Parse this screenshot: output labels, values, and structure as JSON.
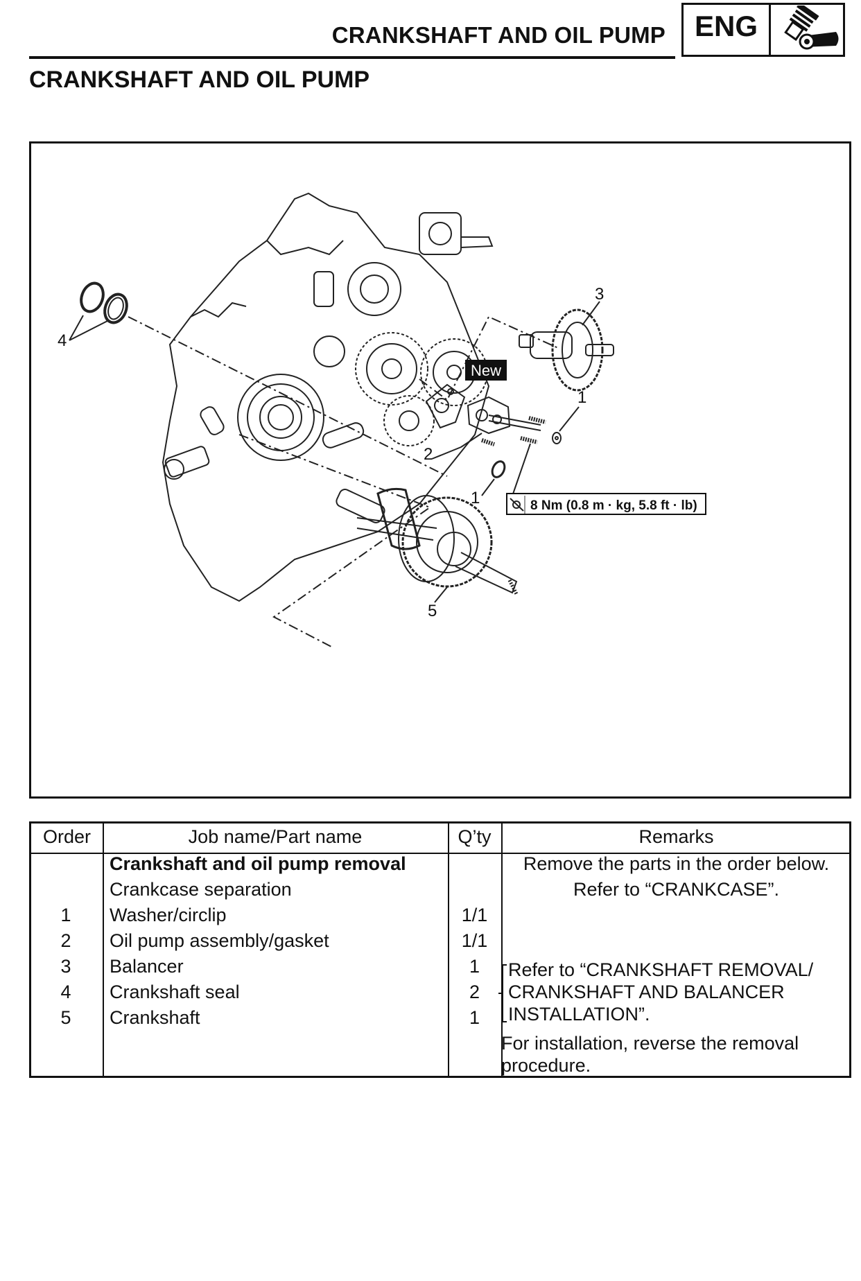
{
  "header": {
    "running_title": "CRANKSHAFT AND OIL PUMP",
    "section_tag": "ENG",
    "section_icon": "engine-icon"
  },
  "section_title": "CRANKSHAFT AND OIL PUMP",
  "figure": {
    "callouts": [
      "1",
      "1",
      "2",
      "3",
      "4",
      "5"
    ],
    "new_badge": "New",
    "torque_spec": "8 Nm (0.8 m · kg, 5.8 ft · lb)",
    "torque_icon": "torque-wrench-icon"
  },
  "table": {
    "headers": {
      "order": "Order",
      "job": "Job name/Part name",
      "qty": "Q’ty",
      "remarks": "Remarks"
    },
    "rows": [
      {
        "order": "",
        "job": "Crankshaft and oil pump removal",
        "qty": "",
        "remarks": "Remove the parts in the order below."
      },
      {
        "order": "",
        "job": "Crankcase separation",
        "qty": "",
        "remarks": "Refer to “CRANKCASE”."
      },
      {
        "order": "1",
        "job": "Washer/circlip",
        "qty": "1/1",
        "remarks": ""
      },
      {
        "order": "2",
        "job": "Oil pump assembly/gasket",
        "qty": "1/1",
        "remarks": ""
      },
      {
        "order": "3",
        "job": "Balancer",
        "qty": "1",
        "remarks": ""
      },
      {
        "order": "4",
        "job": "Crankshaft seal",
        "qty": "2",
        "remarks": ""
      },
      {
        "order": "5",
        "job": "Crankshaft",
        "qty": "1",
        "remarks": ""
      }
    ],
    "bracket_remark": [
      "Refer to “CRANKSHAFT REMOVAL/",
      "CRANKSHAFT AND BALANCER",
      "INSTALLATION”."
    ],
    "final_remark": [
      "For installation, reverse the removal",
      "procedure."
    ]
  }
}
